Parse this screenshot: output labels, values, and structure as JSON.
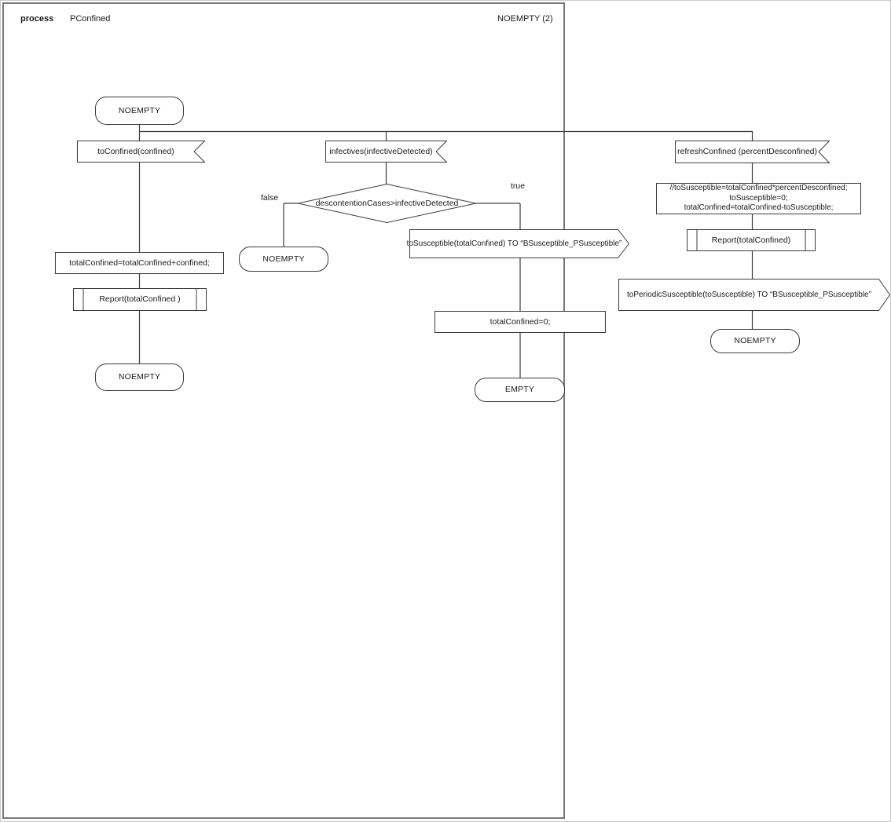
{
  "header": {
    "kind_label": "process",
    "process_name": "PConfined",
    "page_label": "NOEMPTY (2)"
  },
  "branch_labels": {
    "false_label": "false",
    "true_label": "true"
  },
  "nodes": {
    "state_start": "NOEMPTY",
    "input_toConfined": "toConfined(confined)",
    "task_accumulate": "totalConfined=totalConfined+confined;",
    "proc_report_left": "Report(totalConfined )",
    "state_after_report": "NOEMPTY",
    "input_infectives": "infectives(infectiveDetected)",
    "decision_descontention": "descontentionCases>infectiveDetected",
    "state_false_branch": "NOEMPTY",
    "output_toSusceptible": "toSusceptible(totalConfined) TO “BSusceptible_PSusceptible”",
    "task_reset": "totalConfined=0;",
    "state_empty": "EMPTY",
    "input_refreshConfined": "refreshConfined (percentDesconfined)",
    "task_refresh_lines": [
      "//toSusceptible=totalConfined*percentDesconfined;",
      "toSusceptible=0;",
      "totalConfined=totalConfined-toSusceptible;"
    ],
    "proc_report_right": "Report(totalConfined)",
    "output_toPeriodicSusceptible": "toPeriodicSusceptible(toSusceptible) TO “BSusceptible_PSusceptible”",
    "state_after_periodic": "NOEMPTY"
  },
  "colors": {
    "shape_stroke": "#3b3b3b",
    "frame_border": "#787878",
    "text": "#1a1a1a",
    "background": "#ffffff"
  }
}
